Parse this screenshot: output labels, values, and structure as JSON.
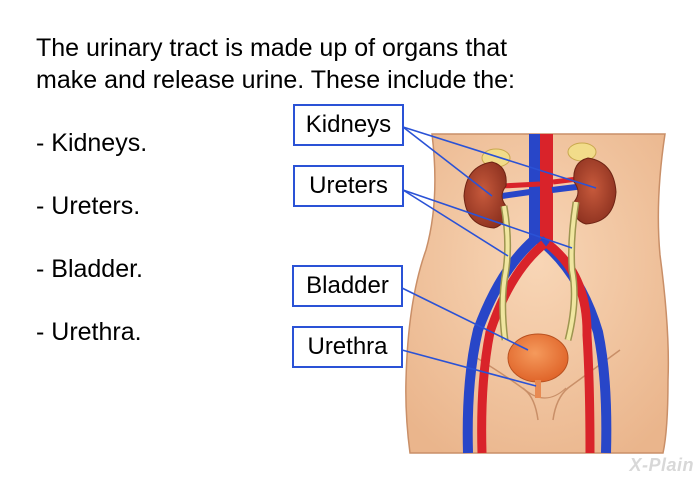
{
  "intro": {
    "line1": "The urinary tract is made up of organs that",
    "line2": "make and release urine. These include the:"
  },
  "list": [
    "- Kidneys.",
    "- Ureters.",
    "- Bladder.",
    "- Urethra."
  ],
  "labels": {
    "kidneys": "Kidneys",
    "ureters": "Ureters",
    "bladder": "Bladder",
    "urethra": "Urethra"
  },
  "watermark": "X-Plain",
  "colors": {
    "skin": "#f3c7a1",
    "artery": "#d9232a",
    "vein": "#2846c8",
    "kidney": "#b2452c",
    "bladder": "#ee7a3c",
    "ureter": "#f0e6a0",
    "label_border": "#2a52d6",
    "leader_line": "#2a52d6"
  }
}
